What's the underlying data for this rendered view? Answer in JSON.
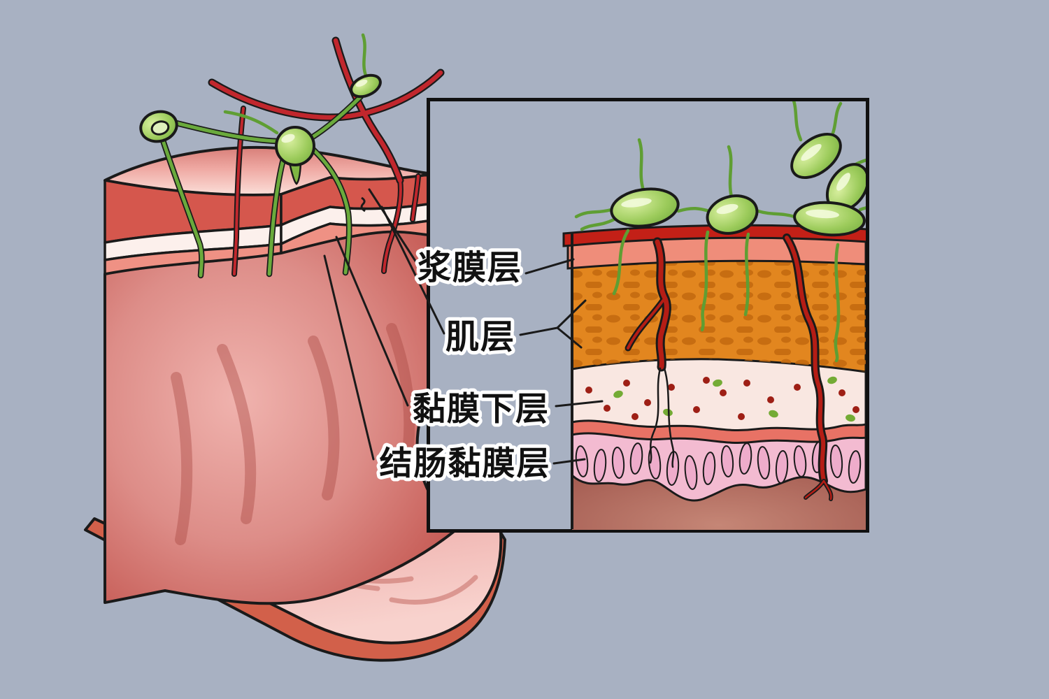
{
  "scene": {
    "description_domain": "anatomical-illustration",
    "background_color": "#a8b1c2",
    "outline_color": "#1a1a1a"
  },
  "annotations": {
    "items": [
      {
        "id": "serosa",
        "text": "浆膜层"
      },
      {
        "id": "muscle-layer",
        "text": "肌层"
      },
      {
        "id": "submucosa",
        "text": "黏膜下层"
      },
      {
        "id": "colon-mucosa",
        "text": "结肠黏膜层"
      }
    ]
  },
  "inset": {
    "bacteria_count": 5,
    "layer_colors": {
      "serosa_vessel_red": "#c32017",
      "serosa_salmon": "#ef8d7a",
      "muscle_orange": "#e2861f",
      "muscle_texture": "#c2690f",
      "submucosa_cream": "#f9e7e1",
      "submucosa_dot_red": "#9e1f15",
      "submucosa_dot_green": "#74ab35",
      "mucosa_salmon_band": "#e87265",
      "mucosa_pink": "#f3bbd1",
      "villi_pink": "#eeaccb",
      "deep_rose": "#a85a50"
    }
  },
  "colon": {
    "bacteria_count": 3,
    "colors": {
      "surface_pink": "#e89a94",
      "cut_muscle_band": "#d5574d",
      "cut_submucosa_white": "#fcf0ec",
      "cut_mucosa_salmon": "#ef9184",
      "body_deep_pink": "#c9625c",
      "bend_rim": "#d2604a",
      "vessel_red": "#c1272d",
      "bacteria_green": "#7fb543",
      "flagella_green": "#5f9e33"
    }
  }
}
